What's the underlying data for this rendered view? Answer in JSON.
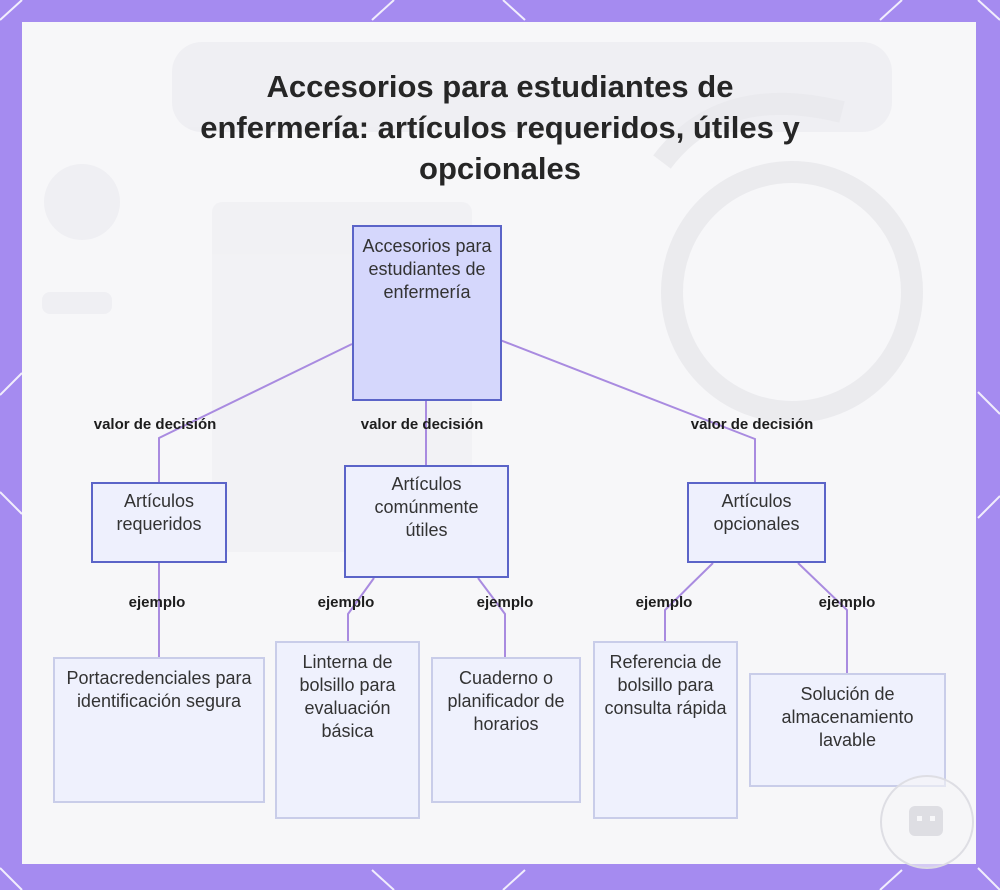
{
  "title": "Accesorios para estudiantes de enfermería: artículos requeridos, útiles y opcionales",
  "nodes": {
    "root": "Accesorios para estudiantes de enfermería",
    "required": "Artículos requeridos",
    "useful": "Artículos comúnmente útiles",
    "optional": "Artículos opcionales",
    "badge_holder": "Portacredenciales para identificación segura",
    "penlight": "Linterna de bolsillo para evaluación básica",
    "planner": "Cuaderno o planificador de horarios",
    "pocket_ref": "Referencia de bolsillo para consulta rápida",
    "storage": "Solución de almacenamiento lavable"
  },
  "edge_labels": {
    "decision_value": "valor de decisión",
    "example": "ejemplo"
  },
  "colors": {
    "frame": "#a58bf0",
    "root_fill": "#d5d7fc",
    "node_border": "#5b64c8",
    "leaf_border": "#c9cde9",
    "connector": "#a98be0"
  }
}
